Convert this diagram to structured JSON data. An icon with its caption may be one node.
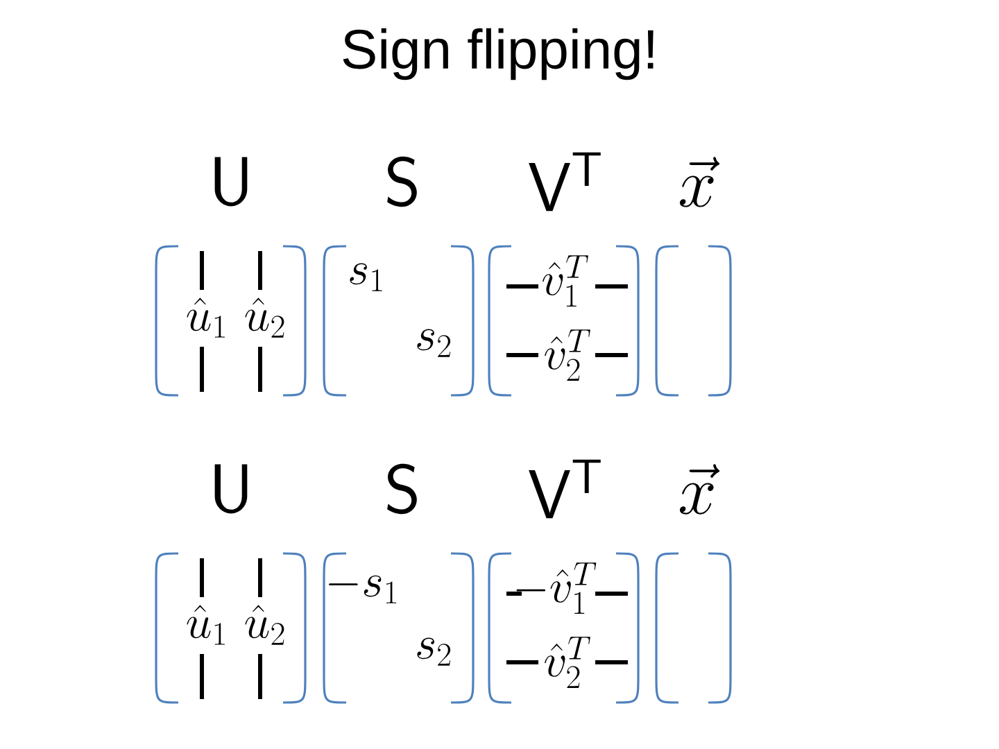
{
  "diagram": {
    "title": "Sign flipping!",
    "nodes": [
      {
        "text": [
          "\\mathsf{U}",
          "\\hat{u}_1",
          "\\hat{u}_2"
        ]
      },
      {
        "text": [
          "\\mathsf{S}",
          "s_1",
          "s_2"
        ]
      },
      {
        "text": [
          "\\mathsf{V}^{\\mathsf{T}}",
          "\\hat{v}_1^T",
          "\\hat{v}_2^T"
        ]
      },
      {
        "text": [
          "\\vec{x}"
        ]
      },
      {
        "text": [
          "\\mathsf{U}",
          "\\hat{u}_1",
          "\\hat{u}_2"
        ]
      },
      {
        "text": [
          "\\mathsf{S}",
          "-s_1",
          "s_2"
        ]
      },
      {
        "text": [
          "\\mathsf{V}^{\\mathsf{T}}",
          "-\\hat{v}_1^T",
          "\\hat{v}_2^T"
        ]
      },
      {
        "text": [
          "\\vec{x}"
        ]
      }
    ]
  }
}
